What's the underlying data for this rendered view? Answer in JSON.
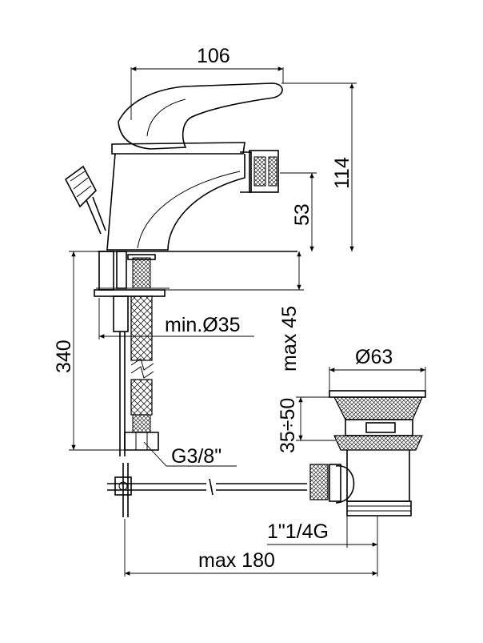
{
  "dimensions": {
    "width_top": "106",
    "height_total": "114",
    "spout_height": "53",
    "hose_length": "340",
    "hole_diameter": "min.Ø35",
    "deck_thickness": "max 45",
    "waste_diameter": "Ø63",
    "waste_adjust": "35÷50",
    "hose_thread": "G3/8\"",
    "waste_thread": "1\"1/4G",
    "rod_length": "max 180"
  },
  "colors": {
    "line": "#000000",
    "background": "#ffffff"
  }
}
